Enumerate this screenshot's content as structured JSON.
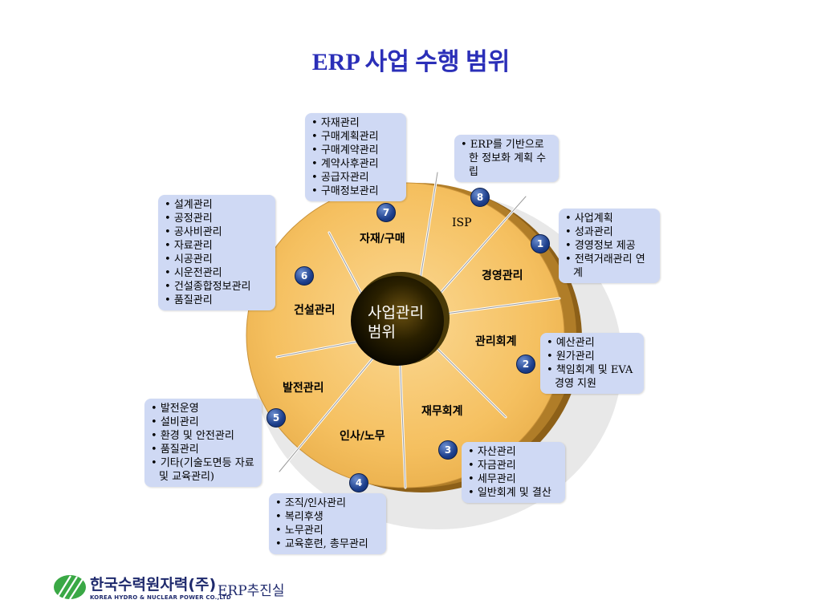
{
  "title": "ERP 사업 수행 범위",
  "center_label": [
    "사업관리",
    "범위"
  ],
  "segments": [
    {
      "num": "1",
      "label": "경영관리",
      "items": [
        "사업계획",
        "성과관리",
        "경영정보 제공",
        "전력거래관리 연계"
      ]
    },
    {
      "num": "2",
      "label": "관리회계",
      "items": [
        "예산관리",
        "원가관리",
        "책임회계 및 EVA 경영 지원"
      ]
    },
    {
      "num": "3",
      "label": "재무회계",
      "items": [
        "자산관리",
        "자금관리",
        "세무관리",
        "일반회계 및 결산"
      ]
    },
    {
      "num": "4",
      "label": "인사/노무",
      "items": [
        "조직/인사관리",
        "복리후생",
        "노무관리",
        "교육훈련, 총무관리"
      ]
    },
    {
      "num": "5",
      "label": "발전관리",
      "items": [
        "발전운영",
        "설비관리",
        "환경 및 안전관리",
        "품질관리",
        "기타(기술도면등 자료 및 교육관리)"
      ]
    },
    {
      "num": "6",
      "label": "건설관리",
      "items": [
        "설계관리",
        "공정관리",
        "공사비관리",
        "자료관리",
        "시공관리",
        "시운전관리",
        "건설종합정보관리",
        "품질관리"
      ]
    },
    {
      "num": "7",
      "label": "자재/구매",
      "items": [
        "자재관리",
        "구매계획관리",
        "구매계약관리",
        "계약사후관리",
        "공급자관리",
        "구매정보관리"
      ]
    },
    {
      "num": "8",
      "label": "ISP",
      "items": [
        "ERP를 기반으로 한 정보화 계획 수립"
      ]
    }
  ],
  "footer": {
    "company_kr": "한국수력원자력(주)",
    "company_en": "KOREA HYDRO & NUCLEAR POWER CO.,LTD",
    "department": "ERP추진실"
  },
  "colors": {
    "title": "#2b2fb8",
    "disk": "#f7c56a",
    "disk_side": "#9a6a1c",
    "box": "#cfd9f4",
    "badge": "#1d3f8c"
  }
}
